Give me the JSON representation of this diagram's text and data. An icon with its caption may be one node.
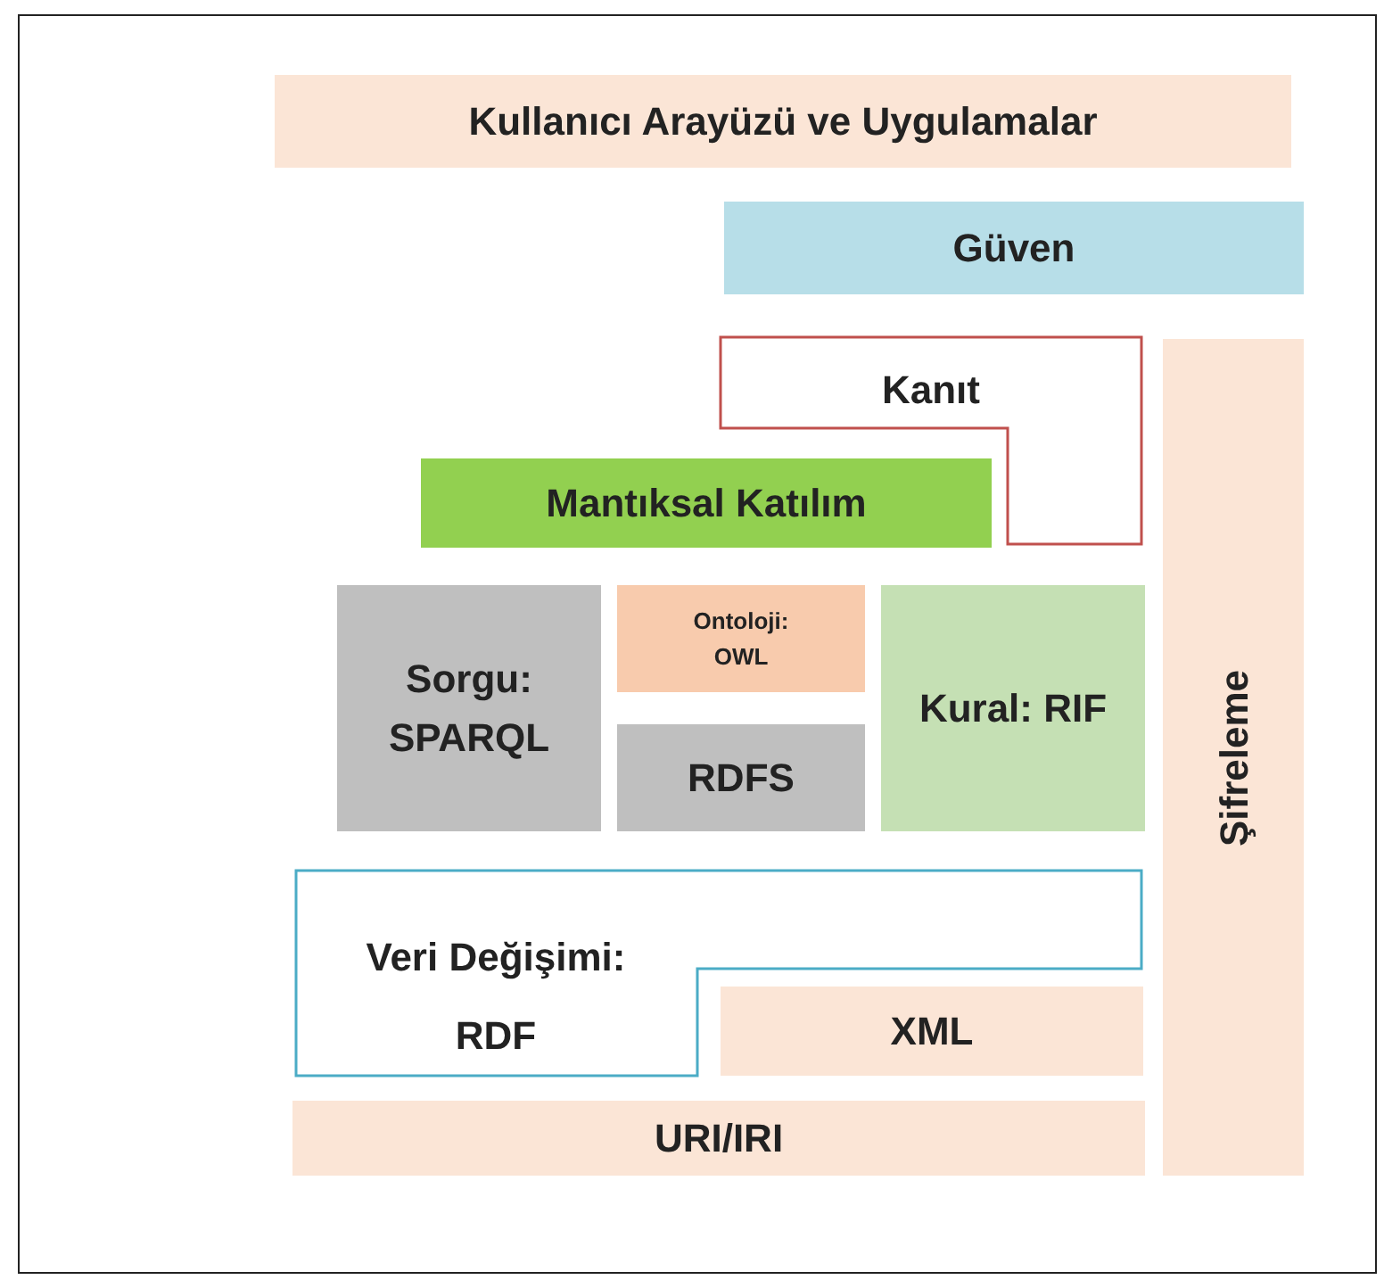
{
  "diagram": {
    "nodes": [
      {
        "text": [
          "Kullanıcı Arayüzü ve Uygulamalar"
        ]
      },
      {
        "text": [
          "Güven"
        ]
      },
      {
        "text": [
          "Kanıt"
        ]
      },
      {
        "text": [
          "Mantıksal Katılım"
        ]
      },
      {
        "text": [
          "Sorgu: SPARQL"
        ]
      },
      {
        "text": [
          "Ontoloji: OWL"
        ]
      },
      {
        "text": [
          "RDFS"
        ]
      },
      {
        "text": [
          "Kural: RIF"
        ]
      },
      {
        "text": [
          "Veri Değişimi: RDF"
        ]
      },
      {
        "text": [
          "XML"
        ]
      },
      {
        "text": [
          "URI/IRI"
        ]
      },
      {
        "text": [
          "Şifreleme"
        ]
      }
    ]
  }
}
